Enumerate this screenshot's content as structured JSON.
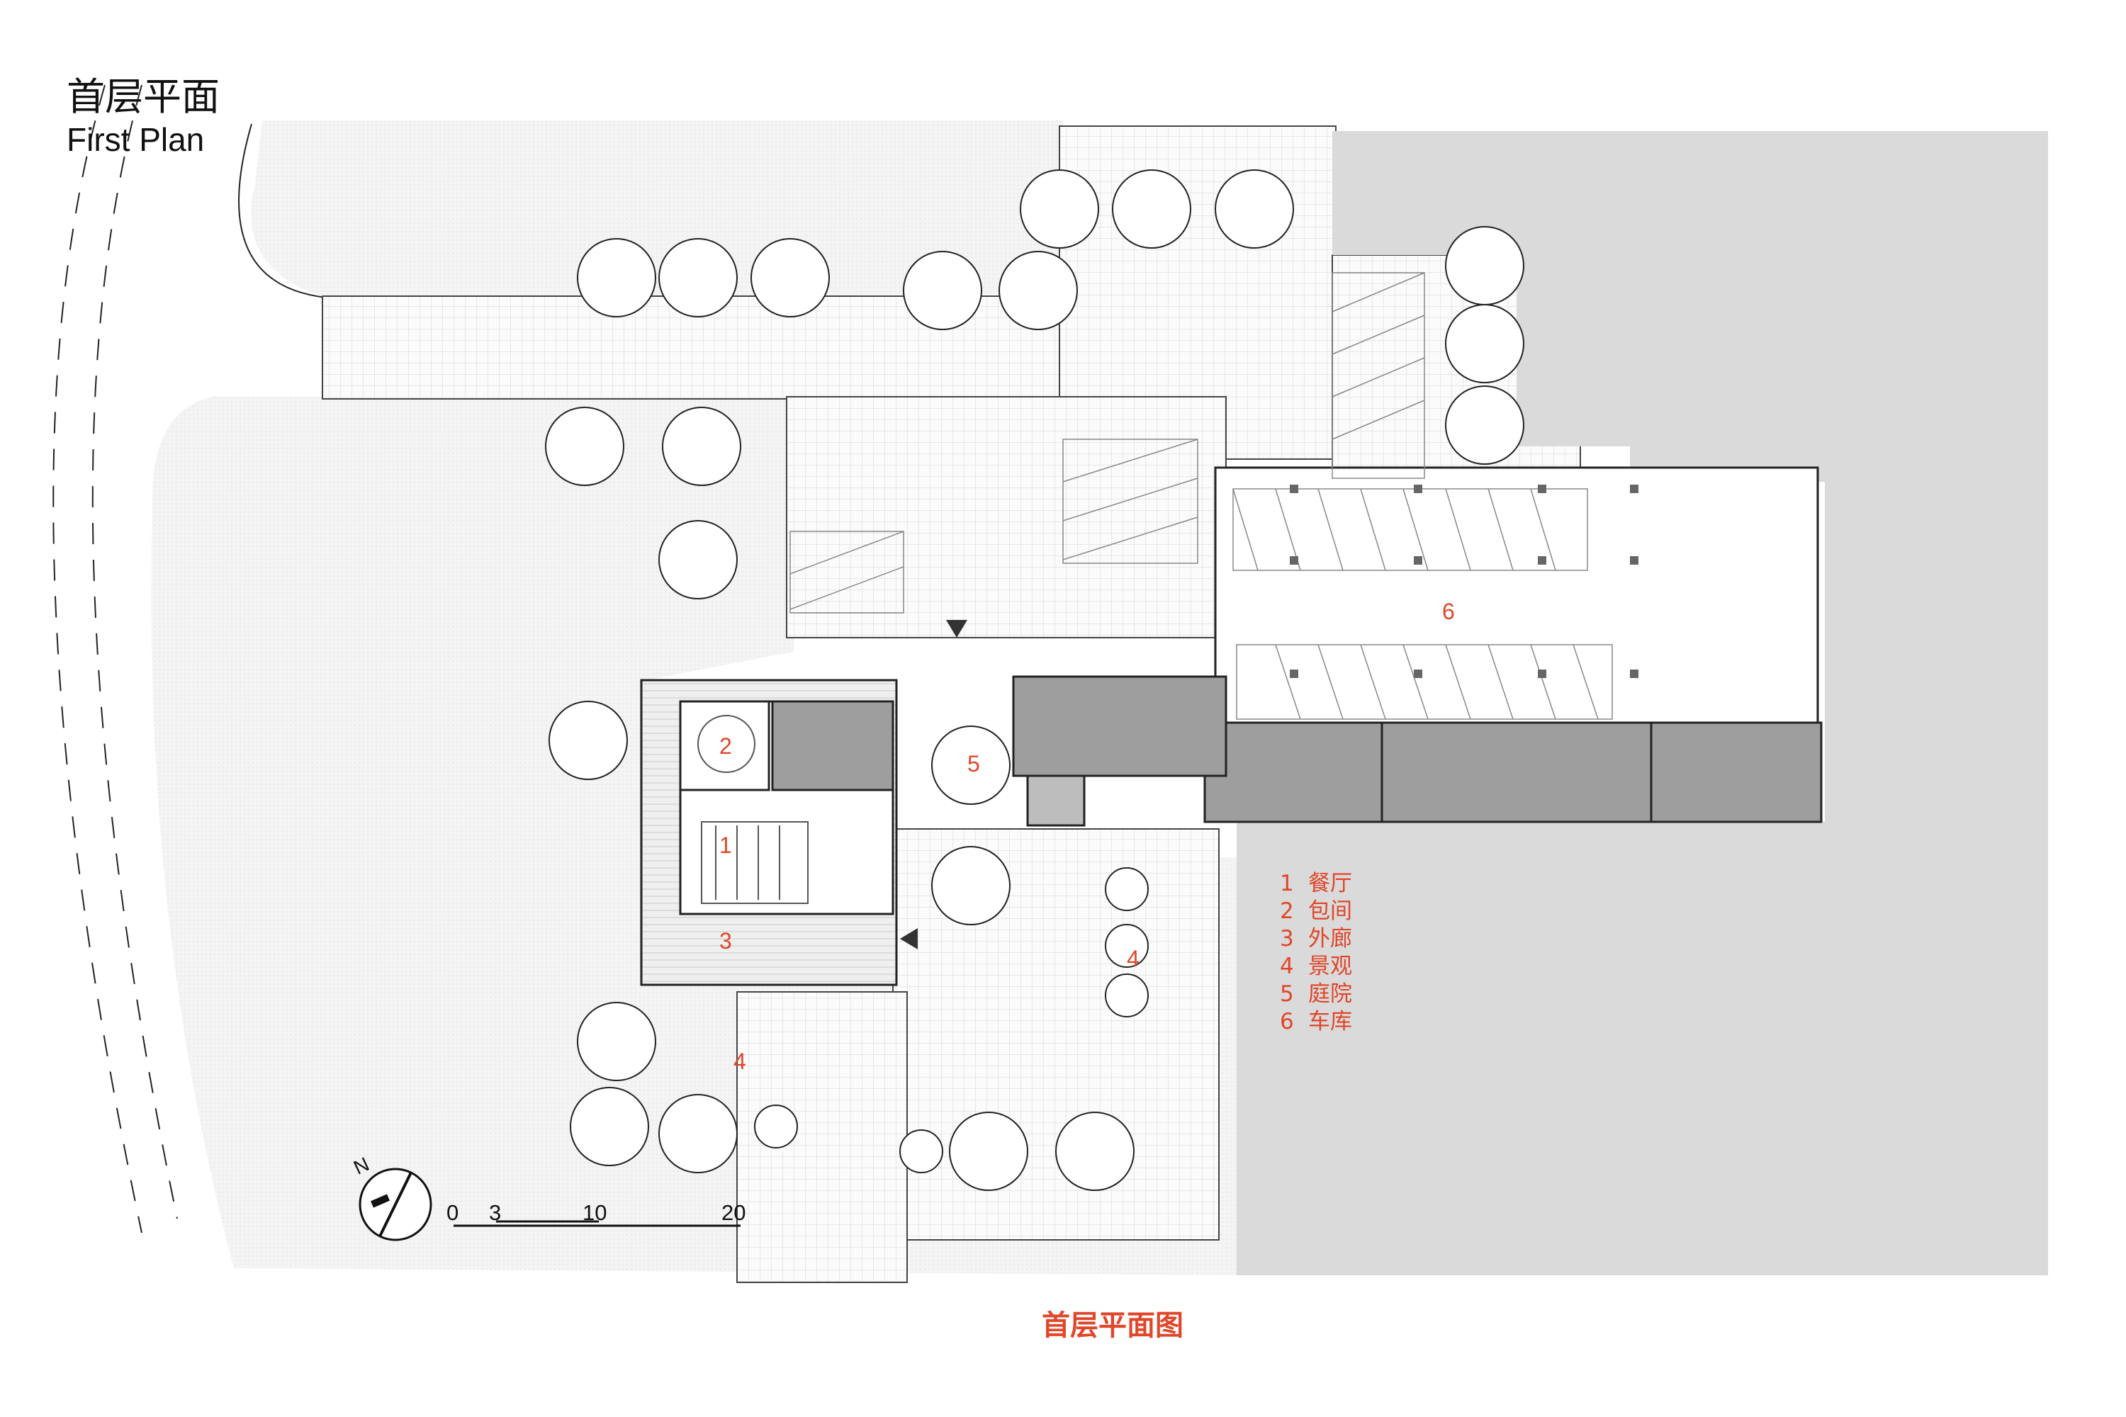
{
  "title": {
    "cn": "首层平面",
    "en": "First Plan"
  },
  "caption": "首层平面图",
  "legend": [
    {
      "num": "1",
      "label": "餐厅"
    },
    {
      "num": "2",
      "label": "包间"
    },
    {
      "num": "3",
      "label": "外廊"
    },
    {
      "num": "4",
      "label": "景观"
    },
    {
      "num": "5",
      "label": "庭院"
    },
    {
      "num": "6",
      "label": "车库"
    }
  ],
  "room_labels": [
    "1",
    "2",
    "3",
    "4",
    "4",
    "5",
    "6"
  ],
  "scale_bar": {
    "ticks": [
      "0",
      "3",
      "10",
      "20"
    ]
  },
  "north_arrow": {
    "label": "N"
  },
  "colors": {
    "accent": "#e0462a",
    "garage": "#dadada",
    "rooms": "#9e9e9e",
    "line": "#333333"
  }
}
